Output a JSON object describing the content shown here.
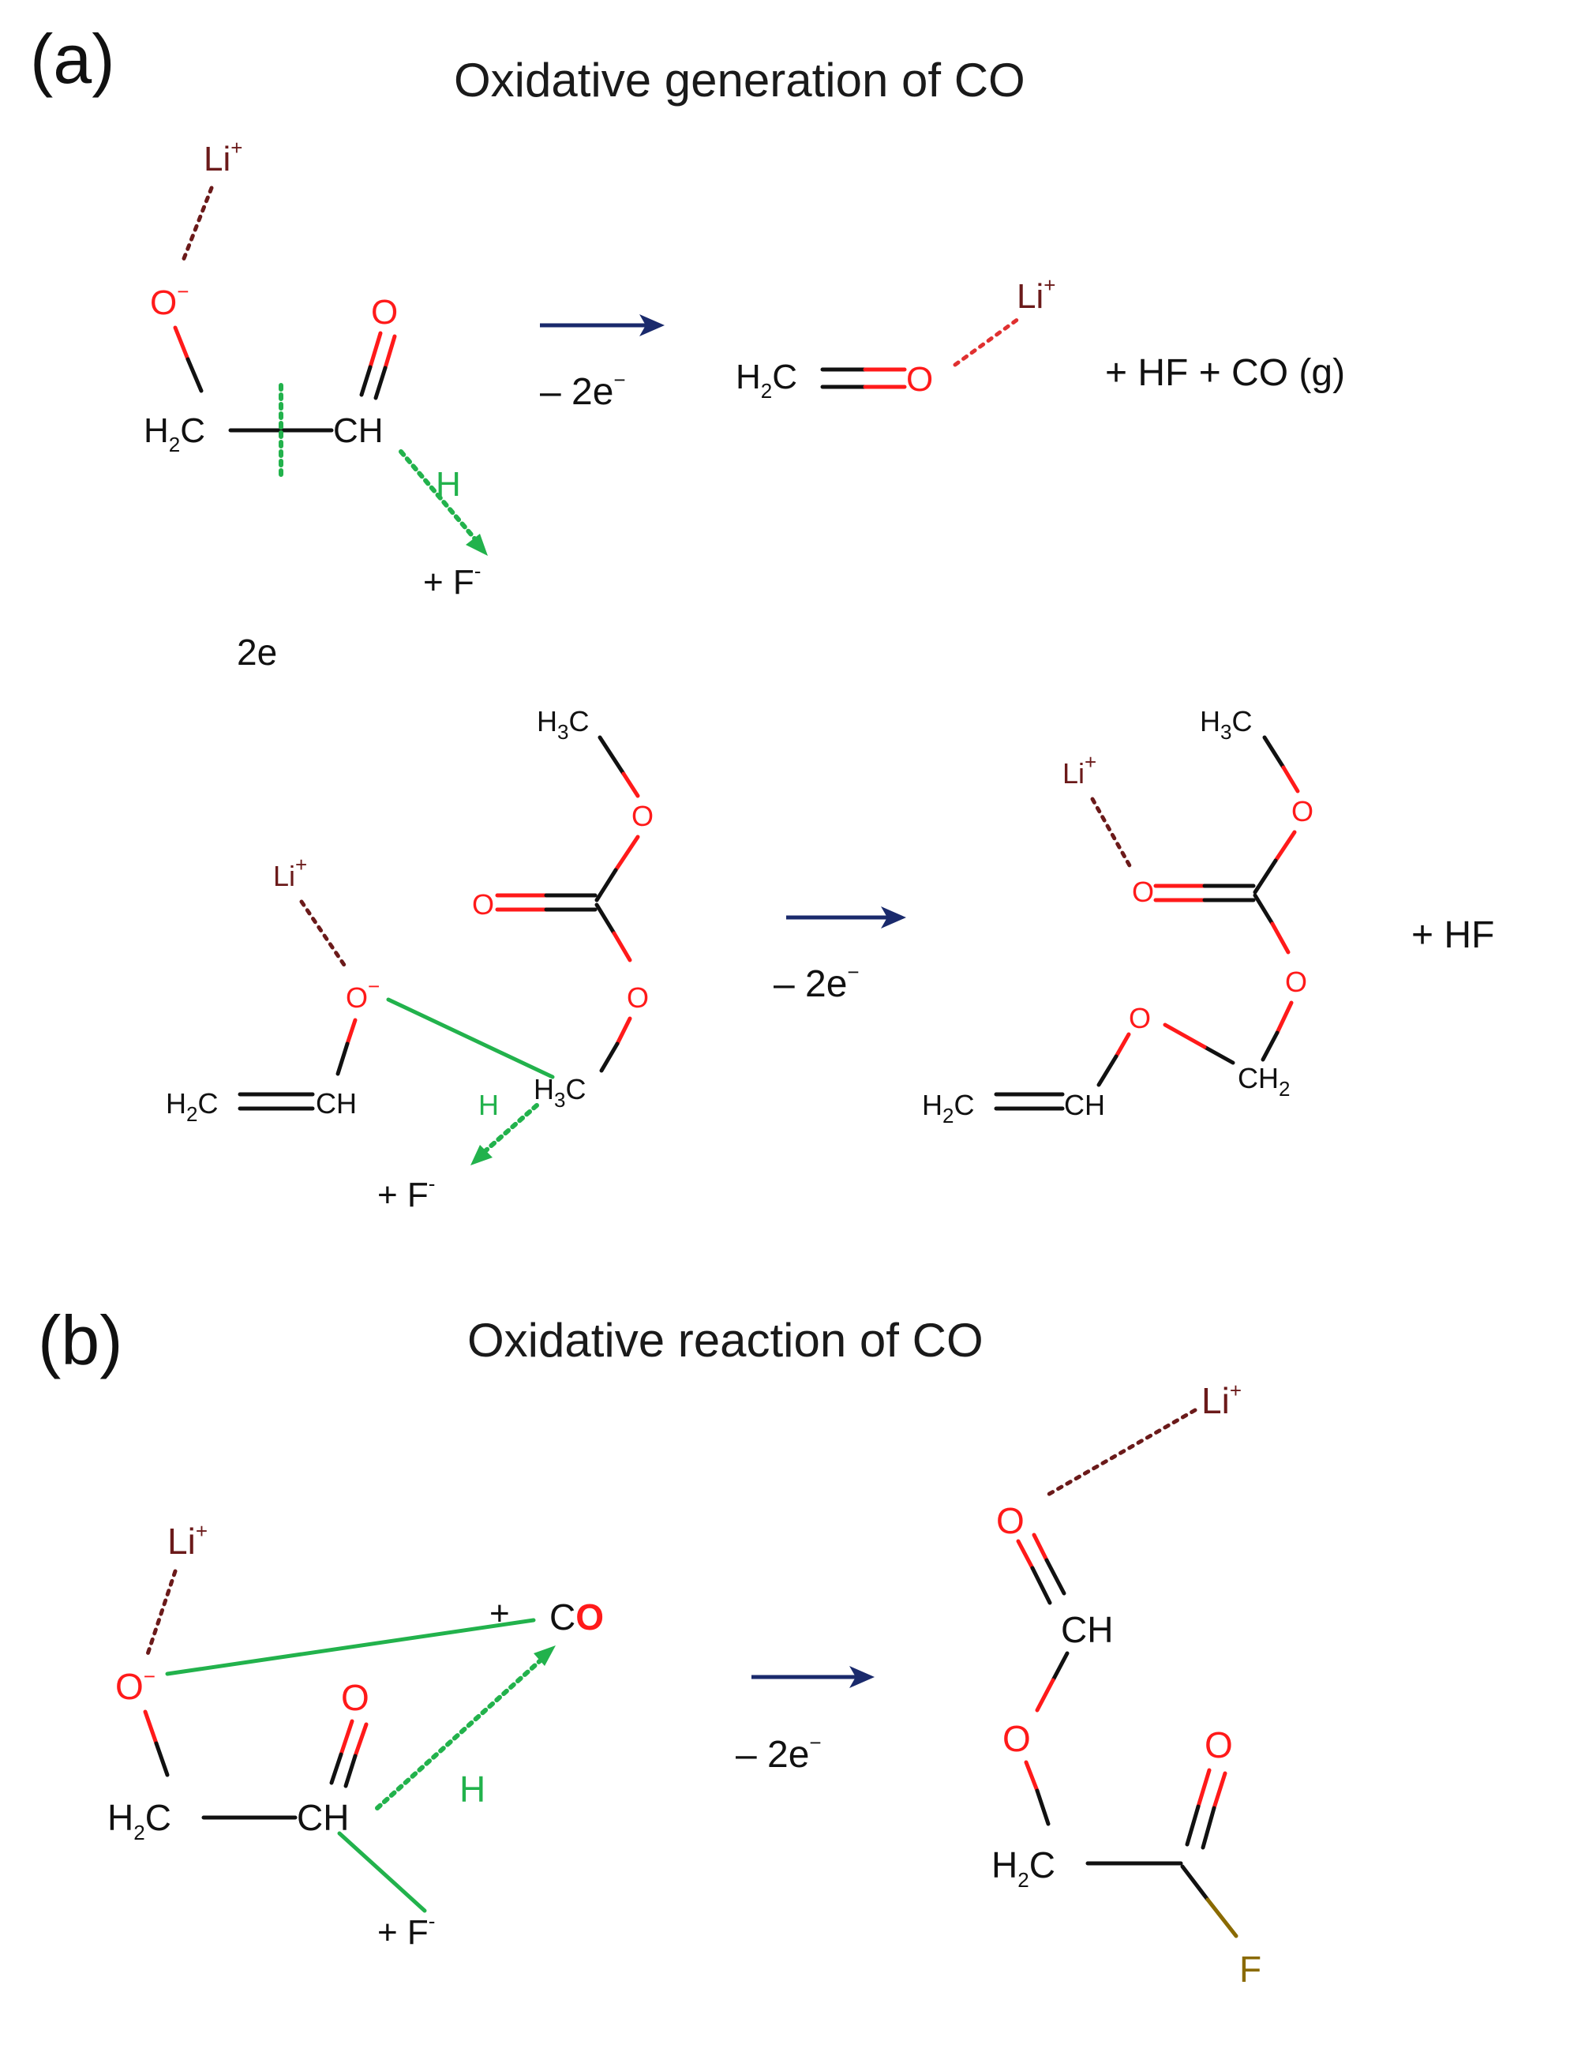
{
  "colors": {
    "oxygen": "#ff1a1a",
    "lithium": "#6b1a1a",
    "carbon": "#111111",
    "attack": "#22b24c",
    "fluorine_bond": "#8a6a00",
    "reaction_arrow": "#1a2a6c"
  },
  "panel_a": {
    "label": "(a)",
    "title": "Oxidative generation of CO",
    "step_note": "2e",
    "reaction1": {
      "reactant": {
        "li": "Li",
        "li_charge": "+",
        "o_minus": "O",
        "o_minus_charge": "−",
        "o_carbonyl": "O",
        "h2c": {
          "h": "H",
          "sub": "2",
          "c": "C"
        },
        "ch": "CH",
        "h_transfer": "H",
        "fluoride": "+  F",
        "fluoride_charge": "-"
      },
      "arrow_label": "– 2e",
      "arrow_label_sup": "−",
      "product": {
        "h2c": {
          "h": "H",
          "sub": "2",
          "c": "C"
        },
        "o": "O",
        "li": "Li",
        "li_charge": "+",
        "byproducts": "+  HF +  CO (g)"
      }
    },
    "reaction2": {
      "reactant": {
        "li": "Li",
        "li_charge": "+",
        "o_minus": "O",
        "o_minus_charge": "−",
        "vinyl": {
          "h": "H",
          "sub": "2",
          "c": "C",
          "ch": "CH"
        },
        "methyl": {
          "h": "H",
          "sub": "3",
          "c": "C"
        },
        "o_upper": "O",
        "o_carbonyl": "O",
        "o_lower": "O",
        "h3c_lower": {
          "h": "H",
          "sub": "3",
          "c": "C"
        },
        "h_transfer": "H",
        "fluoride": "+  F",
        "fluoride_charge": "-"
      },
      "arrow_label": "– 2e",
      "arrow_label_sup": "−",
      "product": {
        "methyl": {
          "h": "H",
          "sub": "3",
          "c": "C"
        },
        "li": "Li",
        "li_charge": "+",
        "o_upper": "O",
        "o_carbonyl": "O",
        "o_lower": "O",
        "o_ether": "O",
        "ch2": {
          "ch": "CH",
          "sub": "2"
        },
        "vinyl": {
          "h": "H",
          "sub": "2",
          "c": "C",
          "ch": "CH"
        },
        "byproducts": "+  HF"
      }
    }
  },
  "panel_b": {
    "label": "(b)",
    "title": "Oxidative reaction of CO",
    "reaction": {
      "reactant": {
        "li": "Li",
        "li_charge": "+",
        "o_minus": "O",
        "o_minus_charge": "−",
        "o_carbonyl": "O",
        "h2c": {
          "h": "H",
          "sub": "2",
          "c": "C"
        },
        "ch": "CH",
        "co_plus": "+",
        "co_c": "C",
        "co_o": "O",
        "h_transfer": "H",
        "fluoride": "+  F",
        "fluoride_charge": "-"
      },
      "arrow_label": "– 2e",
      "arrow_label_sup": "−",
      "product": {
        "li": "Li",
        "li_charge": "+",
        "o_formyl": "O",
        "ch": "CH",
        "o_ester": "O",
        "o_carbonyl": "O",
        "h2c": {
          "h": "H",
          "sub": "2",
          "c": "C"
        },
        "f": "F"
      }
    }
  }
}
